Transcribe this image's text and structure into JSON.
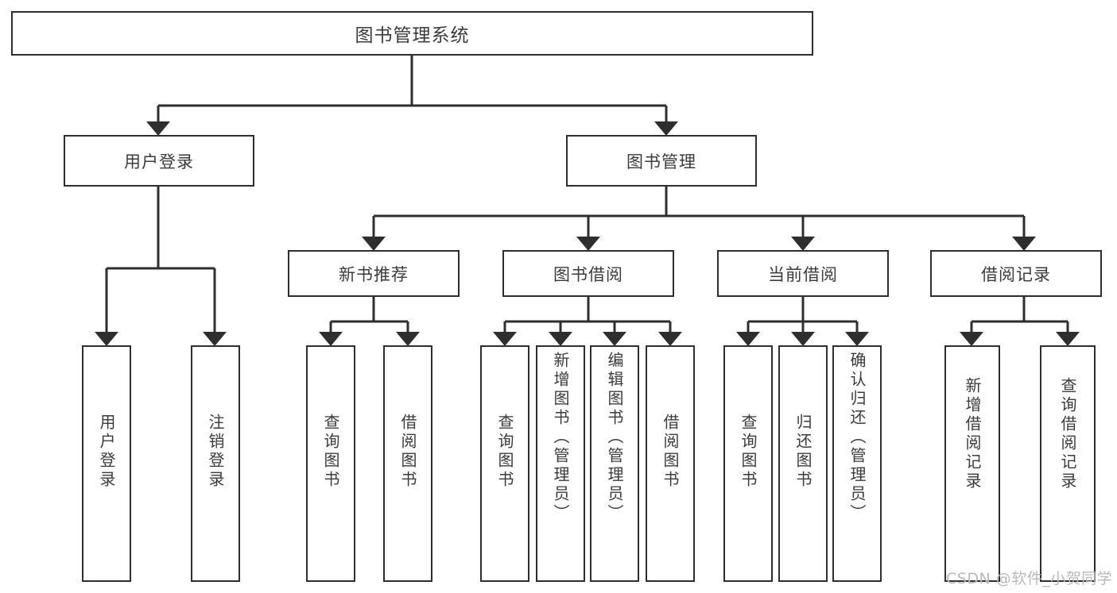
{
  "diagram": {
    "type": "tree",
    "title": "图书管理系统",
    "watermark": "CSDN @软件_小贺同学",
    "colors": {
      "box_border": "#2e2e2e",
      "box_fill": "#ffffff",
      "text": "#3b3b3b",
      "connector": "#2e2e2e",
      "watermark": "#b9b9b9"
    },
    "root": {
      "label": "图书管理系统"
    },
    "level2": [
      {
        "label": "用户登录"
      },
      {
        "label": "图书管理"
      }
    ],
    "level3": [
      {
        "label": "新书推荐"
      },
      {
        "label": "图书借阅"
      },
      {
        "label": "当前借阅"
      },
      {
        "label": "借阅记录"
      }
    ],
    "leaves": {
      "user_login": [
        {
          "label": "用户登录"
        },
        {
          "label": "注销登录"
        }
      ],
      "new_book_recommend": [
        {
          "label": "查询图书"
        },
        {
          "label": "借阅图书"
        }
      ],
      "book_borrow": [
        {
          "label": "查询图书"
        },
        {
          "label": "新增图书（管理员）"
        },
        {
          "label": "编辑图书（管理员）"
        },
        {
          "label": "借阅图书"
        }
      ],
      "current_borrow": [
        {
          "label": "查询图书"
        },
        {
          "label": "归还图书"
        },
        {
          "label": "确认归还（管理员）"
        }
      ],
      "borrow_record": [
        {
          "label": "新增借阅记录"
        },
        {
          "label": "查询借阅记录"
        }
      ]
    }
  }
}
